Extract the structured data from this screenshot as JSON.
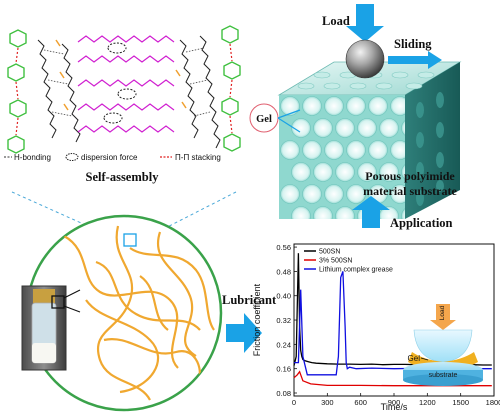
{
  "labels": {
    "load": "Load",
    "sliding": "Sliding",
    "gel": "Gel",
    "substrate_line1": "Porous polyimide",
    "substrate_line2": "material substrate",
    "self_assembly": "Self-assembly",
    "application": "Application",
    "lubricant": "Lubricant"
  },
  "molecule_legend": {
    "h_bonding": "H-bonding",
    "dispersion": "dispersion  force",
    "pi_stacking": "Π-Π stacking"
  },
  "inset": {
    "load": "Load",
    "gel": "Gel",
    "substrate": "substrate"
  },
  "colors": {
    "arrow": "#1aa2e6",
    "fiber": "#f0a830",
    "circle": "#3aa24a",
    "magenta": "#d020d0",
    "green_ring": "#40c040",
    "pi_dots": "#e02020",
    "cube_front": "#8fd8cf"
  },
  "chart_data": {
    "type": "line",
    "xlabel": "Time/s",
    "ylabel": "Friction coefficient",
    "xlim": [
      0,
      1800
    ],
    "ylim": [
      0.08,
      0.56
    ],
    "xticks": [
      "0",
      "300",
      "600",
      "900",
      "1200",
      "1500",
      "1800"
    ],
    "yticks": [
      "0.08",
      "0.16",
      "0.24",
      "0.32",
      "0.40",
      "0.48",
      "0.56"
    ],
    "legend_position": "top-left",
    "series": [
      {
        "name": "500SN",
        "color": "#000000",
        "x": [
          0,
          20,
          40,
          50,
          60,
          70,
          80,
          100,
          130,
          160,
          200,
          300,
          400,
          500,
          600,
          700,
          800,
          900,
          1000,
          1100,
          1200,
          1300,
          1400,
          1500,
          1600,
          1700,
          1780
        ],
        "y": [
          0.17,
          0.2,
          0.54,
          0.3,
          0.22,
          0.2,
          0.19,
          0.186,
          0.183,
          0.18,
          0.178,
          0.176,
          0.175,
          0.175,
          0.174,
          0.175,
          0.173,
          0.174,
          0.174,
          0.173,
          0.174,
          0.173,
          0.173,
          0.172,
          0.173,
          0.172,
          0.172
        ]
      },
      {
        "name": "3% 500SN",
        "color": "#e00000",
        "x": [
          0,
          30,
          50,
          80,
          150,
          300,
          600,
          900,
          1200,
          1500,
          1780
        ],
        "y": [
          0.13,
          0.14,
          0.15,
          0.12,
          0.11,
          0.105,
          0.105,
          0.104,
          0.104,
          0.104,
          0.104
        ]
      },
      {
        "name": "Lithium complex grease",
        "color": "#1010e0",
        "x": [
          0,
          40,
          60,
          80,
          120,
          200,
          300,
          380,
          400,
          420,
          440,
          460,
          470,
          480,
          500,
          560,
          700,
          900,
          1100,
          1300,
          1500,
          1700,
          1780
        ],
        "y": [
          0.18,
          0.18,
          0.42,
          0.2,
          0.14,
          0.14,
          0.14,
          0.14,
          0.2,
          0.46,
          0.48,
          0.3,
          0.18,
          0.16,
          0.165,
          0.16,
          0.162,
          0.16,
          0.161,
          0.16,
          0.16,
          0.16,
          0.16
        ]
      }
    ]
  }
}
